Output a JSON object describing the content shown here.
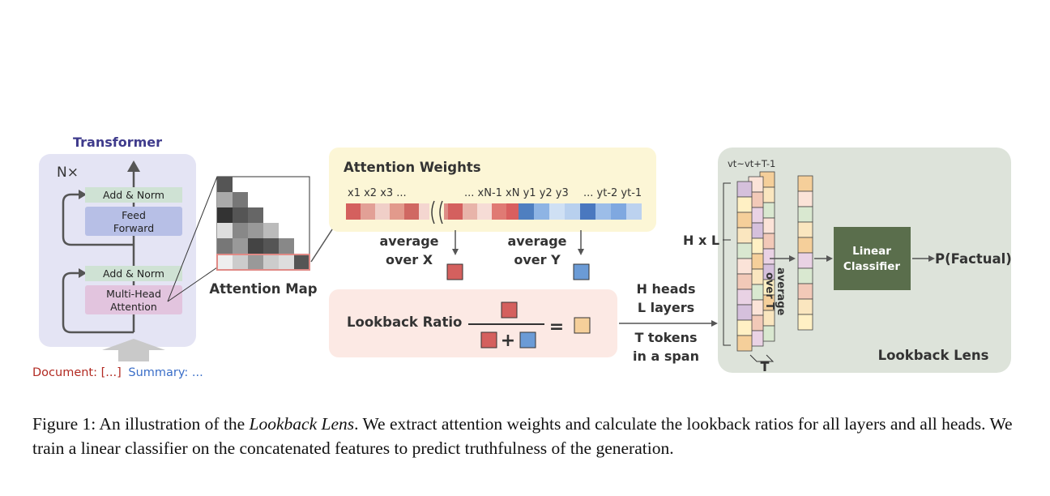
{
  "transformer": {
    "title": "Transformer",
    "repeat": "N×",
    "add_norm_top": "Add & Norm",
    "ffn_line1": "Feed",
    "ffn_line2": "Forward",
    "add_norm_bottom": "Add & Norm",
    "mha_line1": "Multi-Head",
    "mha_line2": "Attention",
    "input_doc": "Document: [...]",
    "input_sum": "Summary: ..."
  },
  "attention_map": {
    "label": "Attention Map"
  },
  "attention_weights": {
    "title": "Attention Weights",
    "tokens_x": "x1 x2 x3 ...",
    "tokens_mid": "... xN-1 xN y1 y2 y3",
    "tokens_end": "... yt-2 yt-1",
    "avg_x_line1": "average",
    "avg_x_line2": "over X",
    "avg_y_line1": "average",
    "avg_y_line2": "over Y"
  },
  "lookback_ratio": {
    "label": "Lookback Ratio",
    "plus": "+",
    "equals": "="
  },
  "span_info": {
    "heads": "H heads",
    "layers": "L layers",
    "tokens": "T tokens",
    "span": "in a span"
  },
  "lookback_lens": {
    "title": "Lookback Lens",
    "v_range": "vt~vt+T-1",
    "hxl": "H x L",
    "avg_t_line1": "average",
    "avg_t_line2": "over T",
    "t_label": "T",
    "classifier_line1": "Linear",
    "classifier_line2": "Classifier",
    "output": "P(Factual)"
  },
  "caption": {
    "prefix": "Figure 1: An illustration of the ",
    "emph": "Lookback Lens",
    "body": ". We extract attention weights and calculate the lookback ratios for all layers and all heads. We train a linear classifier on the concatenated features to predict truthfulness of the generation."
  },
  "colors": {
    "red": "#d4605e",
    "blue": "#6b9bd6",
    "orange": "#f5cf9a",
    "classifier": "#5a6e4c",
    "transformer_bg": "#e4e4f4",
    "weights_bg": "#fcf6d6",
    "ratio_bg": "#fce9e4",
    "lens_bg": "#dde3da"
  }
}
